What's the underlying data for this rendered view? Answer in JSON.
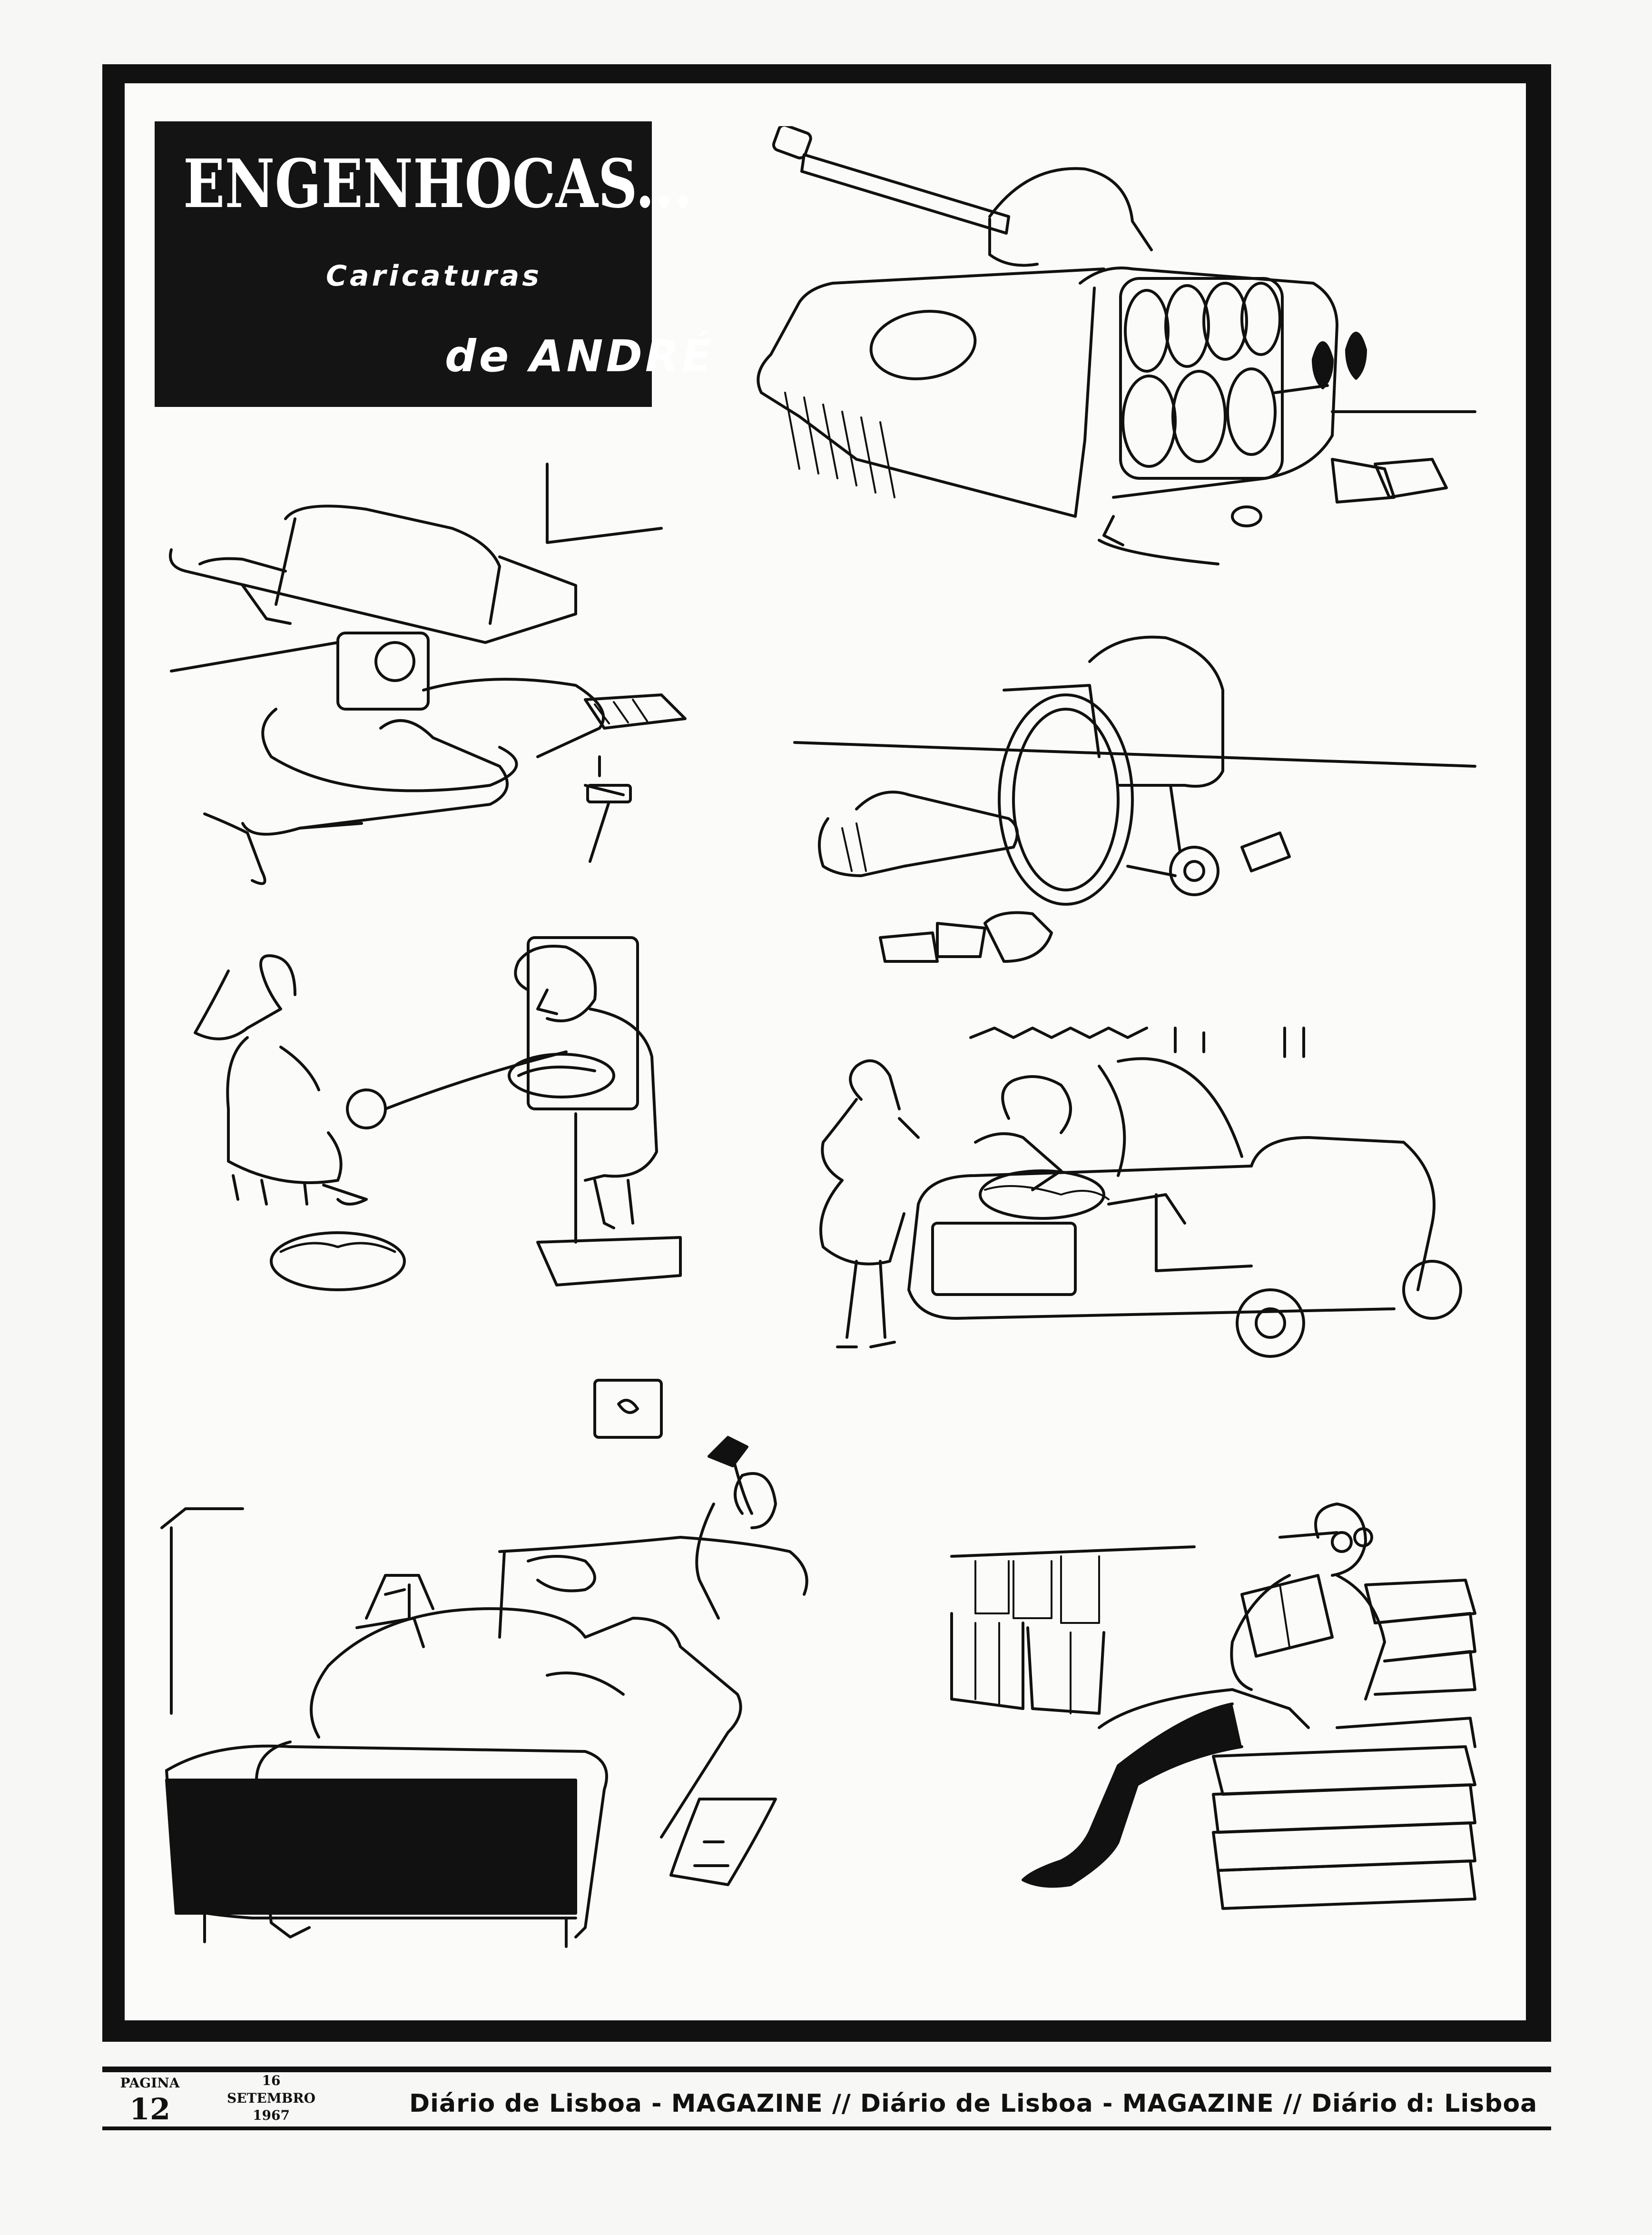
{
  "title": {
    "main": "ENGENHOCAS...",
    "subtitle": "Caricaturas",
    "author": "de ANDRÉ"
  },
  "cartoons": [
    {
      "id": "tank",
      "icon": "tank-with-mechanic-legs-icon"
    },
    {
      "id": "hospital-bed",
      "icon": "mechanic-under-hospital-bed-icon"
    },
    {
      "id": "wheelchair",
      "icon": "mechanic-under-wheelchair-icon"
    },
    {
      "id": "shoeshine",
      "icon": "shoeshine-scale-icon"
    },
    {
      "id": "car-repair",
      "icon": "car-engine-patient-icon"
    },
    {
      "id": "bedroom",
      "icon": "bedroom-hammer-icon"
    },
    {
      "id": "reader",
      "icon": "reader-on-book-stack-icon"
    }
  ],
  "footer": {
    "page_label": "PAGINA",
    "page_number": "12",
    "date_day": "16",
    "date_month": "SETEMBRO",
    "date_year": "1967",
    "masthead": "Diário de Lisboa - MAGAZINE // Diário  de Lisboa - MAGAZINE // Diário d: Lisboa"
  },
  "colors": {
    "ink": "#111111",
    "paper": "#fbfbf9",
    "title_text": "#ffffff"
  }
}
